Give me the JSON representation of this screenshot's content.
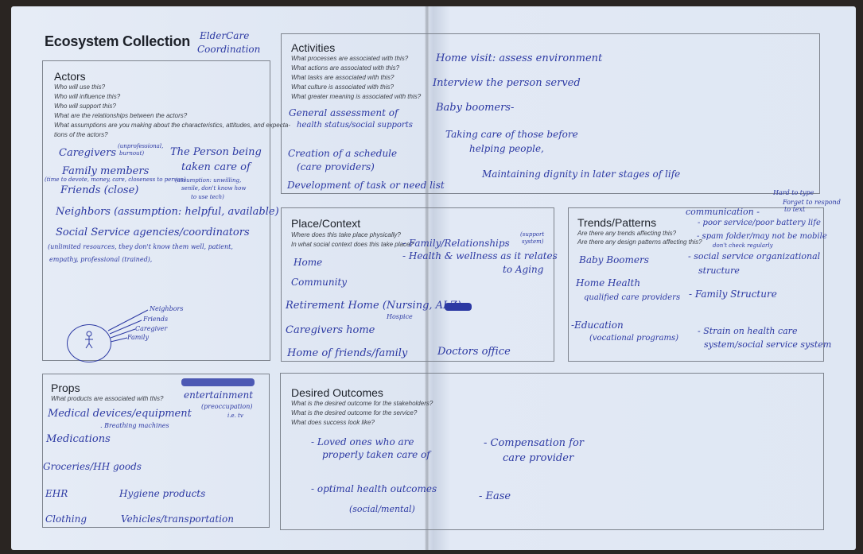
{
  "page": {
    "title": "Ecosystem Collection",
    "project_label": [
      "ElderCare",
      "Coordination"
    ]
  },
  "actors": {
    "title": "Actors",
    "questions": [
      "Who will use this?",
      "Who will influence this?",
      "Who will support this?",
      "What are the relationships between the actors?",
      "What assumptions are you making about the characteristics, attitudes, and expecta-",
      "tions of the actors?"
    ],
    "notes": {
      "caregivers": "Caregivers",
      "caregivers_note": [
        "(unprofessional,",
        "burnout)"
      ],
      "person": [
        "The Person being",
        "taken care of"
      ],
      "person_note": [
        "(assumption: unwilling,",
        "senile, don't know how",
        "to use tech)"
      ],
      "family": "Family members",
      "family_note": "(time to devote, money, care, closeness to person)",
      "friends": "Friends (close)",
      "neighbors": "Neighbors (assumption: helpful, available)",
      "agencies": "Social Service agencies/coordinators",
      "agencies_note": [
        "(unlimited resources, they don't know them well, patient,",
        "empathy, professional (trained),"
      ]
    },
    "diagram_labels": [
      "Neighbors",
      "Friends",
      "Caregiver",
      "Family"
    ]
  },
  "activities": {
    "title": "Activities",
    "questions": [
      "What processes are associated with this?",
      "What actions are associated with this?",
      "What tasks are associated with this?",
      "What culture is associated with this?",
      "What greater meaning is associated with this?"
    ],
    "notes": [
      "General assessment of",
      "health status/social supports",
      "Creation of a schedule",
      "(care providers)",
      "Development of task or need list",
      "Home visit: assess environment",
      "Interview the person served",
      "Baby boomers-",
      "Taking care of those before",
      "helping people,",
      "Maintaining dignity in later stages of life"
    ]
  },
  "place": {
    "title": "Place/Context",
    "questions": [
      "Where does this take place physically?",
      "In what social context does this take place?"
    ],
    "notes": {
      "home": "Home",
      "community": "Community",
      "retirement": "Retirement Home (Nursing, ALZ)",
      "hospice": "Hospice",
      "caregivers_home": "Caregivers home",
      "friends_home": "Home of friends/family",
      "doctors": "Doctors office",
      "family_rel": "- Family/Relationships",
      "support_system": [
        "(support",
        "system)"
      ],
      "health": "- Health & wellness as it relates",
      "aging": "to Aging"
    }
  },
  "trends": {
    "title": "Trends/Patterns",
    "questions": [
      "Are there any trends affecting this?",
      "Are there any design patterns affecting this?"
    ],
    "notes": {
      "hard_to_type": "Hard to type",
      "forget": [
        "Forget to respond",
        "to text"
      ],
      "communication": "communication -",
      "poor_service": "- poor service/poor battery life",
      "spam": "- spam folder/may not be mobile",
      "dont_check": "don't check regularly",
      "social_service": "- social service organizational",
      "structure": "structure",
      "baby_boomers": "Baby Boomers",
      "home_health": "Home Health",
      "qualified": "qualified care providers",
      "family_structure": "- Family Structure",
      "education": "-Education",
      "vocational": "(vocational programs)",
      "strain": [
        "- Strain on health care",
        "system/social service system"
      ]
    }
  },
  "props": {
    "title": "Props",
    "questions": [
      "What products are associated with this?"
    ],
    "notes": {
      "entertainment": "entertainment",
      "preoccupation": [
        "(preoccupation)",
        "i.e. tv"
      ],
      "medical": "Medical devices/equipment",
      "breathing": ". Breathing machines",
      "medications": "Medications",
      "groceries": "Groceries/HH goods",
      "ehr": "EHR",
      "hygiene": "Hygiene products",
      "clothing": "Clothing",
      "vehicles": "Vehicles/transportation"
    }
  },
  "outcomes": {
    "title": "Desired Outcomes",
    "questions": [
      "What is the desired outcome for the stakeholders?",
      "What is the desired outcome for the service?",
      "What does success look like?"
    ],
    "notes": {
      "loved_ones": [
        "- Loved ones who are",
        "properly taken care of"
      ],
      "compensation": [
        "- Compensation for",
        "care provider"
      ],
      "optimal": "- optimal health outcomes",
      "optimal_sub": "(social/mental)",
      "ease": "- Ease"
    }
  }
}
